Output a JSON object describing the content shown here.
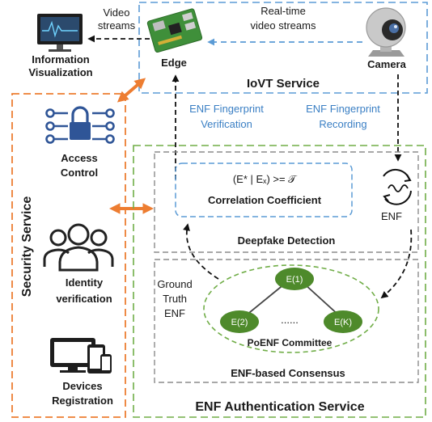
{
  "iovt": {
    "title": "IoVT Service",
    "info_label_1": "Information",
    "info_label_2": "Visualization",
    "video_streams_1": "Video",
    "video_streams_2": "streams",
    "edge_label": "Edge",
    "realtime_1": "Real-time",
    "realtime_2": "video streams",
    "camera_label": "Camera"
  },
  "enf_flow": {
    "verification_1": "ENF Fingerprint",
    "verification_2": "Verification",
    "recording_1": "ENF Fingerprint",
    "recording_2": "Recording",
    "enf_label": "ENF"
  },
  "security": {
    "title": "Security Service",
    "access_1": "Access",
    "access_2": "Control",
    "identity_1": "Identity",
    "identity_2": "verification",
    "devices_1": "Devices",
    "devices_2": "Registration"
  },
  "deepfake": {
    "formula": "(E* | Eₓ) >= 𝒯",
    "correlation": "Correlation Coefficient",
    "title": "Deepfake Detection"
  },
  "consensus": {
    "ground_1": "Ground",
    "ground_2": "Truth",
    "ground_3": "ENF",
    "node_top": "E(1)",
    "node_left": "E(2)",
    "node_right": "E(K)",
    "dots": "......",
    "committee": "PoENF Committee",
    "title": "ENF-based Consensus"
  },
  "enf_service": {
    "title": "ENF Authentication Service"
  },
  "colors": {
    "blue": "#5b9bd5",
    "orange": "#ed7d31",
    "green": "#70ad47",
    "node_green": "#4e8a2b",
    "gray": "#8c8c8c",
    "icon_blue": "#2f5597",
    "text_blue": "#3a7fc4"
  }
}
